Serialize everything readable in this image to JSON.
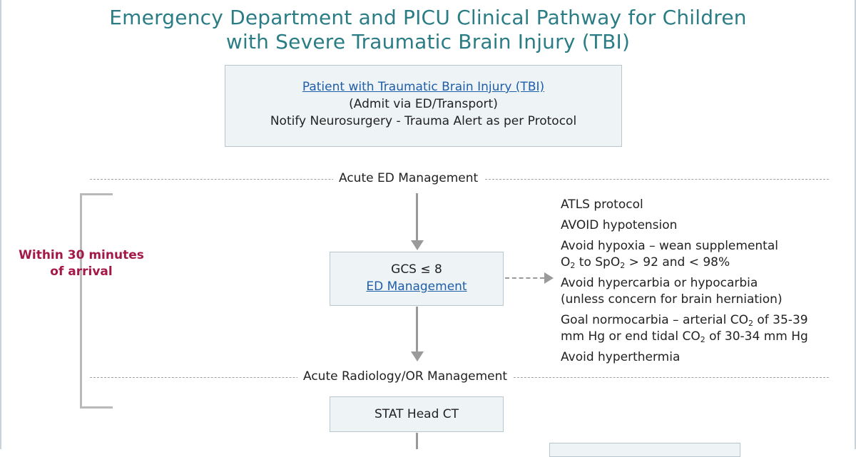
{
  "title": {
    "line1": "Emergency Department and PICU Clinical Pathway for Children",
    "line2": "with Severe Traumatic Brain Injury (TBI)"
  },
  "patient_box": {
    "link": "Patient with Traumatic Brain Injury (TBI)",
    "line2": "(Admit via ED/Transport)",
    "line3": "Notify Neurosurgery - Trauma Alert as per Protocol"
  },
  "sections": {
    "acute_ed": "Acute ED Management",
    "acute_radiology": "Acute Radiology/OR Management"
  },
  "bracket_label": {
    "line1": "Within 30 minutes",
    "line2": "of arrival"
  },
  "gcs_box": {
    "line1": "GCS ≤ 8",
    "link": "ED Management"
  },
  "ct_box": {
    "label": "STAT Head CT"
  },
  "notes": {
    "n1": "ATLS protocol",
    "n2": "AVOID hypotension",
    "n3_line1": "Avoid hypoxia – wean supplemental",
    "n3_a": "O",
    "n3_sub1": "2",
    "n3_b": " to SpO",
    "n3_sub2": "2",
    "n3_c": " > 92 and < 98%",
    "n4_line1": "Avoid hypercarbia or hypocarbia",
    "n4_line2": "(unless concern for brain herniation)",
    "n5_a": "Goal normocarbia – arterial CO",
    "n5_sub1": "2",
    "n5_b": " of 35-39",
    "n5_c": "mm Hg or end tidal CO",
    "n5_sub2": "2",
    "n5_d": " of 30-34 mm Hg",
    "n6": "Avoid hyperthermia"
  },
  "colors": {
    "title": "#2b7d85",
    "link": "#1f5ea8",
    "bracket_label": "#a31848",
    "box_fill": "#eef3f6",
    "box_border": "#b9c6cd",
    "arrow": "#9a9a9a"
  }
}
